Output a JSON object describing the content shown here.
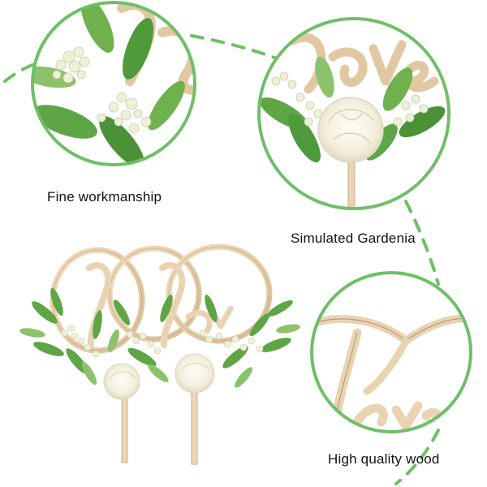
{
  "captions": {
    "workmanship": "Fine workmanship",
    "gardenia": "Simulated Gardenia",
    "wood": "High quality wood"
  },
  "colors": {
    "ring": "#6fbf67",
    "dash": "#6fbf67",
    "wood": "#e9d3b3",
    "wood_shadow": "#b89c78",
    "leaf": "#4f9a3a",
    "leaf_light": "#8cc36a",
    "flower": "#f7f5ea",
    "bud": "#eef0d8",
    "text": "#111111"
  },
  "icons": {
    "detail_1": "zoom-circle-workmanship",
    "detail_2": "zoom-circle-gardenia",
    "detail_3": "zoom-circle-wood"
  }
}
